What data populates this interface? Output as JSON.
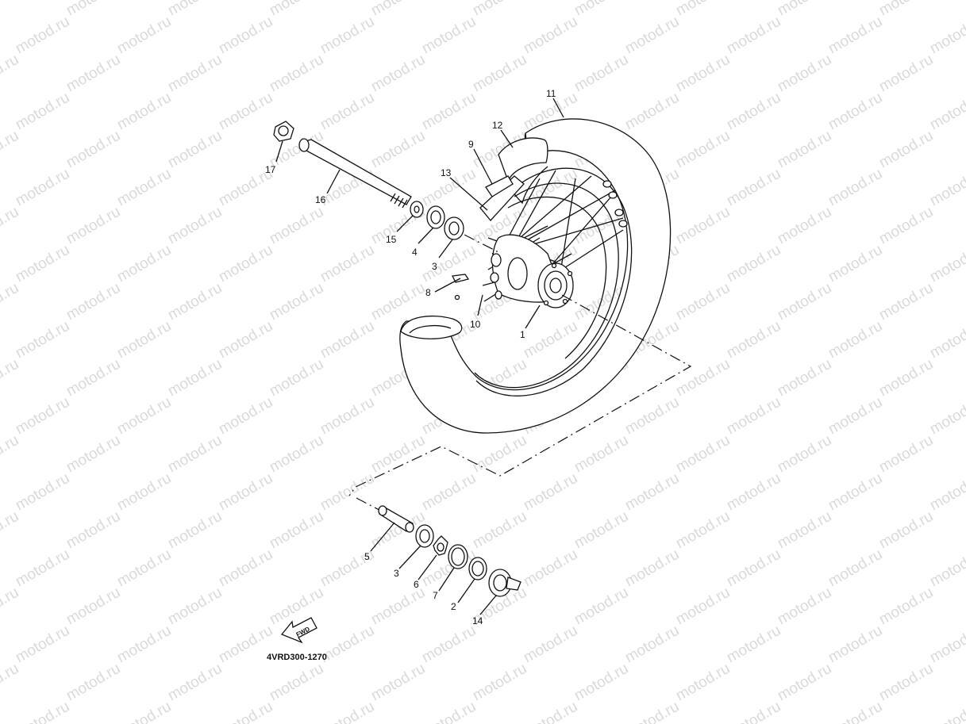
{
  "diagram": {
    "watermark": "motod.ru",
    "diagram_code": "4VRD300-1270",
    "direction_arrow_label": "FWD",
    "callouts": [
      {
        "id": "c11",
        "label": "11"
      },
      {
        "id": "c12",
        "label": "12"
      },
      {
        "id": "c9",
        "label": "9"
      },
      {
        "id": "c13",
        "label": "13"
      },
      {
        "id": "c17",
        "label": "17"
      },
      {
        "id": "c16",
        "label": "16"
      },
      {
        "id": "c15",
        "label": "15"
      },
      {
        "id": "c4",
        "label": "4"
      },
      {
        "id": "c3a",
        "label": "3"
      },
      {
        "id": "c8",
        "label": "8"
      },
      {
        "id": "c10",
        "label": "10"
      },
      {
        "id": "c1",
        "label": "1"
      },
      {
        "id": "c5",
        "label": "5"
      },
      {
        "id": "c3b",
        "label": "3"
      },
      {
        "id": "c6",
        "label": "6"
      },
      {
        "id": "c7",
        "label": "7"
      },
      {
        "id": "c2",
        "label": "2"
      },
      {
        "id": "c14",
        "label": "14"
      }
    ]
  }
}
